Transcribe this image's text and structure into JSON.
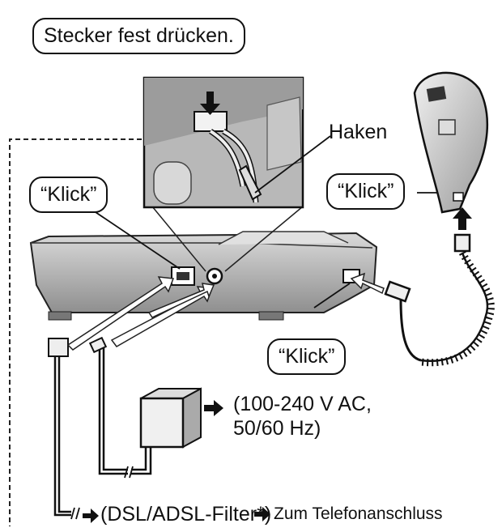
{
  "callouts": {
    "plug_press": "Stecker fest drücken.",
    "click_left": "“Klick”",
    "click_right": "“Klick”",
    "click_bottom": "“Klick”"
  },
  "labels": {
    "hook": "Haken",
    "power_spec_line1": "(100-240 V AC,",
    "power_spec_line2": "50/60 Hz)",
    "filter": "(DSL/ADSL-Filter*)",
    "phone_jack": "Zum Telefonanschluss"
  },
  "icons": [
    "arrow-right-icon",
    "arrow-down-icon",
    "arrow-up-icon",
    "wall-plug-icon"
  ]
}
